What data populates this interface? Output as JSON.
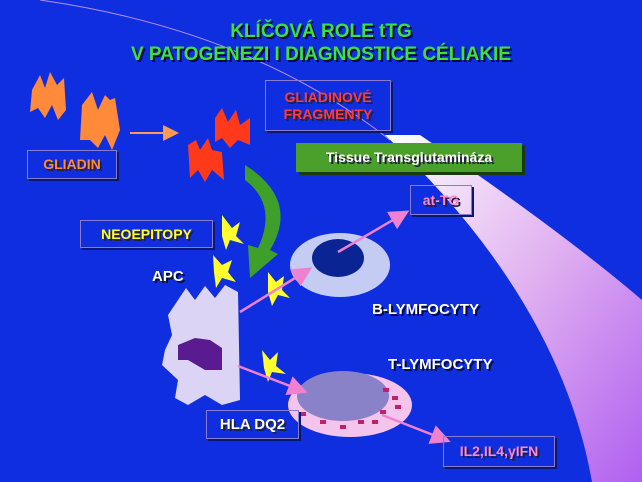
{
  "title": {
    "line1": "KLÍČOVÁ ROLE tTG",
    "line2": "V PATOGENEZI I DIAGNOSTICE CÉLIAKIE"
  },
  "labels": {
    "gliadin": "GLIADIN",
    "fragments_line1": "GLIADINOVÉ",
    "fragments_line2": "FRAGMENTY",
    "enzyme": "Tissue Transglutamináza",
    "neoepitopy": "NEOEPITOPY",
    "at_tg": "at-TG",
    "apc": "APC",
    "b_cells": "B-LYMFOCYTY",
    "t_cells": "T-LYMFOCYTY",
    "hla": "HLA DQ2",
    "cytokines": "IL2,IL4,γIFN"
  },
  "colors": {
    "background": "#0f2ee0",
    "title": "#3ee03e",
    "gliadin": "#ff8a3a",
    "fragments": "#ff3a1a",
    "enzyme_box": "#4aa02a",
    "neoepitopy": "#ffff30",
    "pink": "#ff66cc"
  }
}
